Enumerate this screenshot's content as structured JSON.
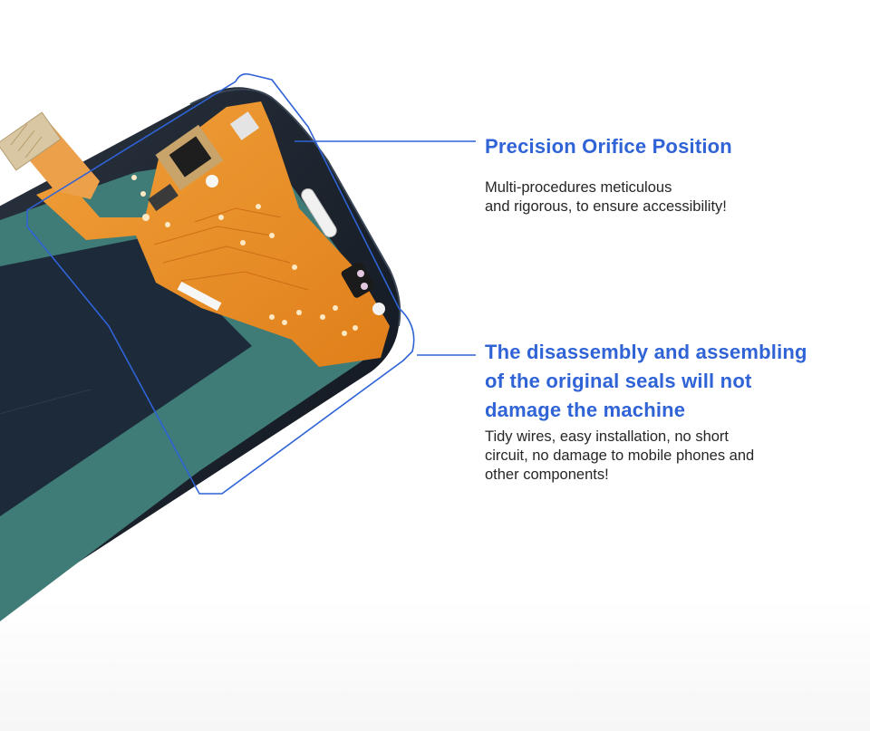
{
  "callouts": [
    {
      "heading_lines": [
        "Precision Orifice Position"
      ],
      "desc_lines": [
        "Multi-procedures meticulous",
        "and rigorous, to ensure accessibility!"
      ]
    },
    {
      "heading_lines": [
        "The disassembly and assembling",
        "of the original seals will not",
        "damage the machine"
      ],
      "desc_lines": [
        "Tidy wires, easy installation, no short",
        "circuit, no damage to mobile phones and",
        "other components!"
      ]
    }
  ],
  "colors": {
    "accent": "#2f63d6",
    "text": "#262626",
    "panel_teal": "#3f7b77",
    "panel_dark": "#1c2a3a",
    "flex_orange": "#e9891f"
  },
  "icons": [
    "chip",
    "connector",
    "earpiece-slot",
    "front-camera",
    "proximity-sensor"
  ]
}
